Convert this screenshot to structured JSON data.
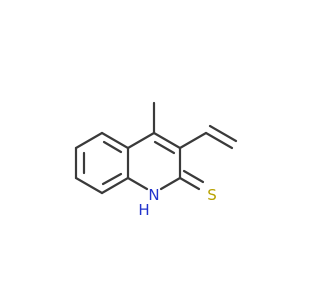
{
  "molecule": {
    "atoms": [
      {
        "id": "N1",
        "label": "N",
        "color": "#2233cc"
      },
      {
        "id": "H1",
        "label": "H",
        "color": "#2233cc"
      },
      {
        "id": "S1",
        "label": "S",
        "color": "#b8a200"
      }
    ]
  },
  "colors": {
    "bond": "#3a3a3a",
    "background": "#ffffff"
  }
}
